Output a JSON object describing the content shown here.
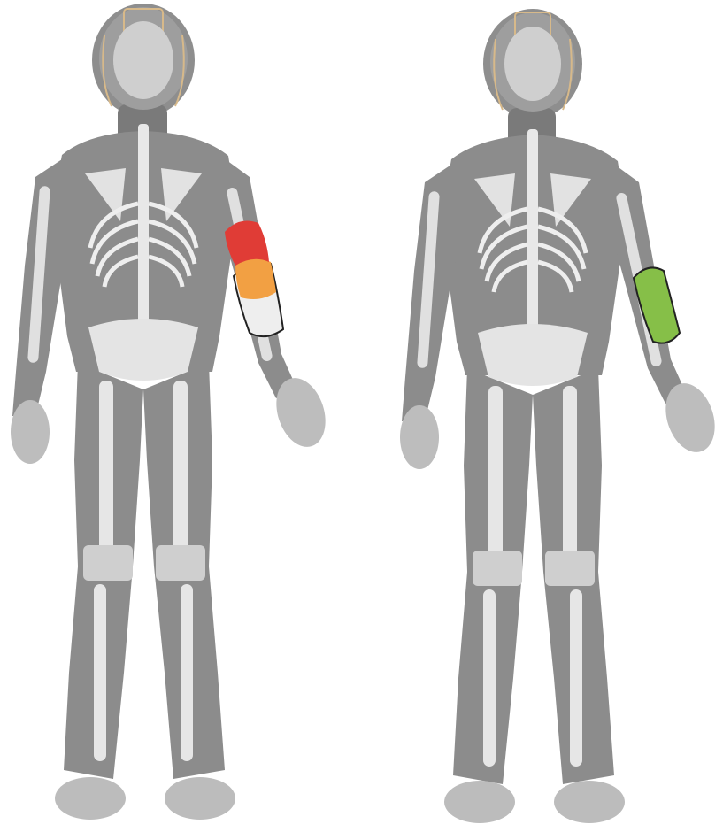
{
  "figures": [
    {
      "id": "left",
      "view": "posterior",
      "protection_zones": [
        {
          "segment": "upper-arm-upper",
          "color": "#e03c36"
        },
        {
          "segment": "upper-arm-middle",
          "color": "#f2a043"
        },
        {
          "segment": "elbow",
          "color": "#eeeeee"
        }
      ]
    },
    {
      "id": "right",
      "view": "posterior",
      "protection_zones": [
        {
          "segment": "forearm",
          "color": "#86bf48"
        }
      ]
    }
  ],
  "palette": {
    "suit_dark": "#7b7b7b",
    "suit_mid": "#959595",
    "bone": "#d9d9d9",
    "bone_light": "#efefef",
    "helmet_accent": "#d7b98a",
    "outline": "#222222"
  }
}
